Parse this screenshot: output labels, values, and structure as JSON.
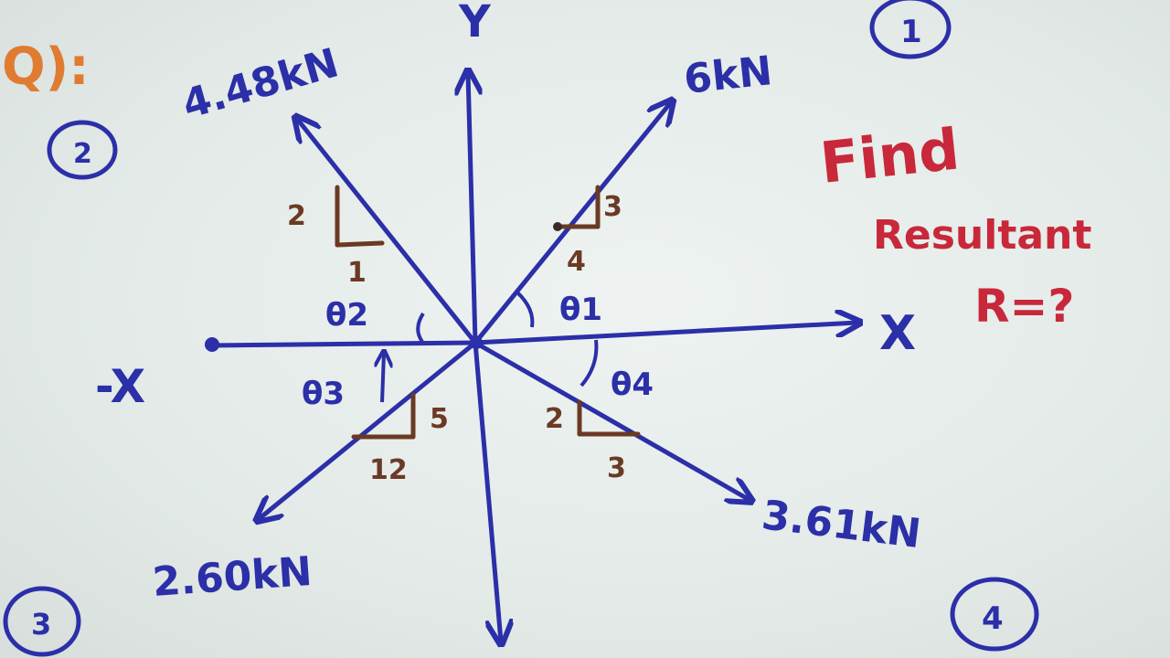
{
  "question_label": "Q):",
  "axes": {
    "y": "Y",
    "x": "X",
    "neg_x": "-X"
  },
  "quadrant_marks": [
    "1",
    "2",
    "3",
    "4"
  ],
  "forces": [
    {
      "magnitude": "6kN",
      "slope_rise": "3",
      "slope_run": "4",
      "angle_label": "θ1"
    },
    {
      "magnitude": "4.48kN",
      "slope_rise": "2",
      "slope_run": "1",
      "angle_label": "θ2"
    },
    {
      "magnitude": "2.60kN",
      "slope_rise": "5",
      "slope_run": "12",
      "angle_label": "θ3"
    },
    {
      "magnitude": "3.61kN",
      "slope_rise": "2",
      "slope_run": "3",
      "angle_label": "θ4"
    }
  ],
  "task": {
    "line1": "Find",
    "line2": "Resultant",
    "line3": "R=?"
  },
  "colors": {
    "ink_blue": "#2b2fa8",
    "ink_red": "#c8283a",
    "ink_orange": "#e07b32",
    "ink_brown": "#6b3a24"
  }
}
